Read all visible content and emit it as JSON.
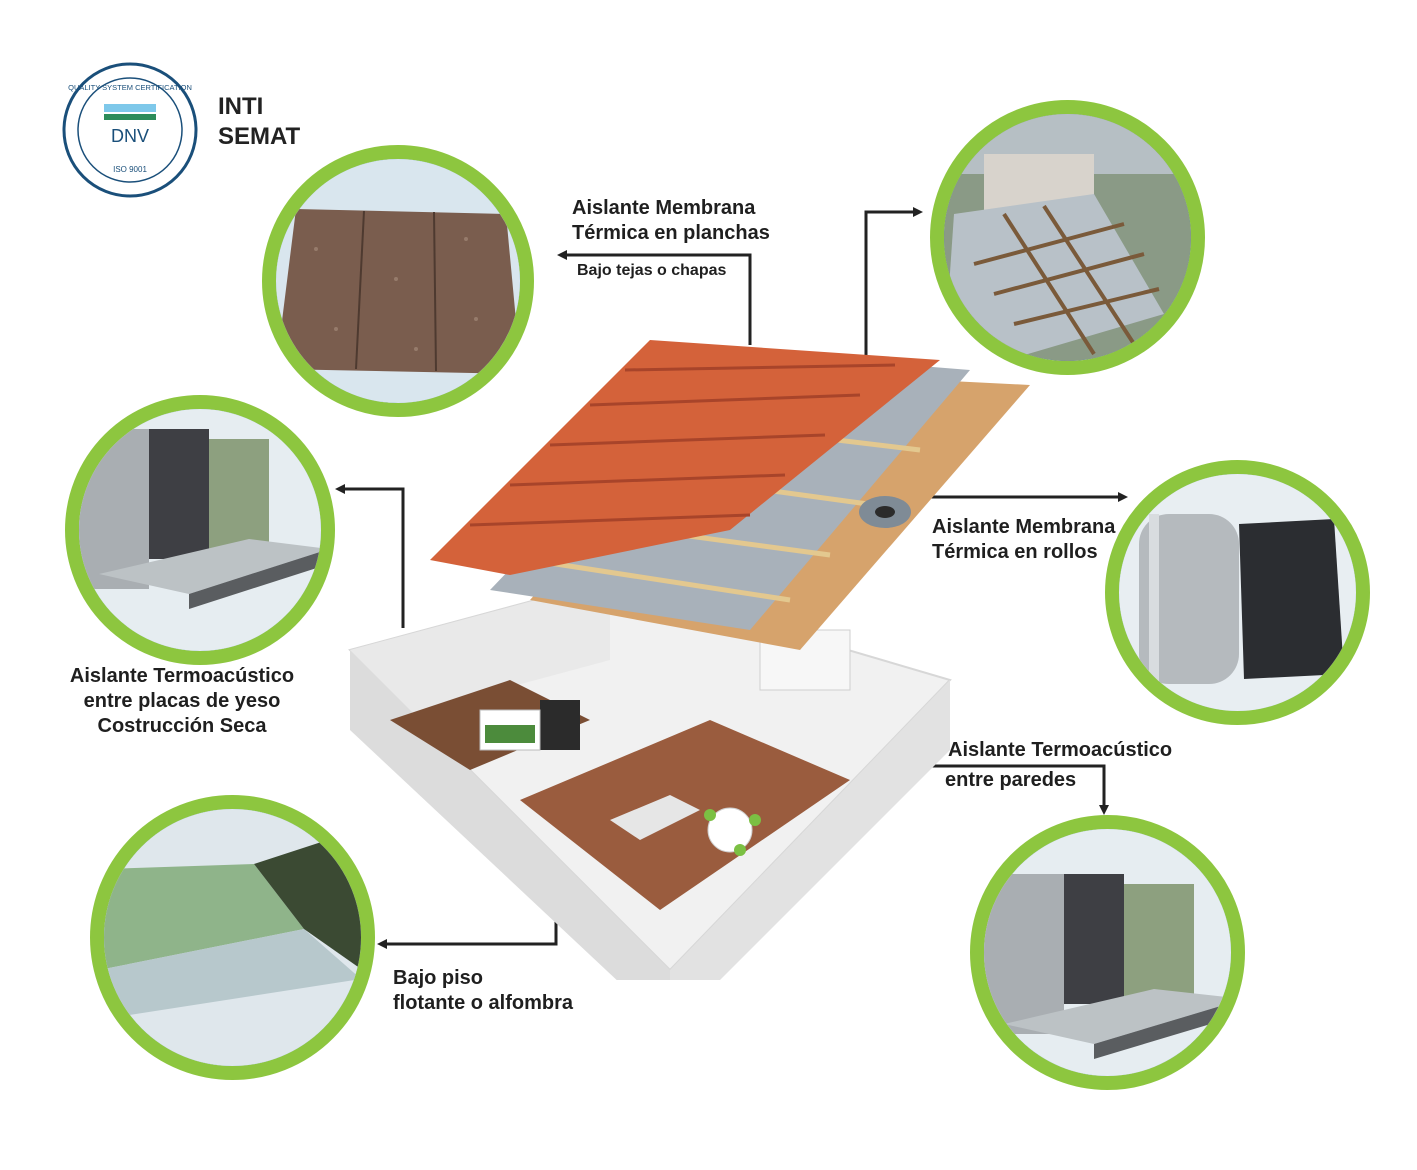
{
  "certification": {
    "ring_text": "QUALITY SYSTEM CERTIFICATION",
    "brand": "DNV",
    "standard": "ISO 9001",
    "org_line_1": "INTI",
    "org_line_2": "SEMAT"
  },
  "labels": {
    "membrana_planchas": {
      "line_1": "Aislante Membrana",
      "line_2": "Térmica en planchas",
      "sub": "Bajo tejas o chapas"
    },
    "membrana_rollos": {
      "line_1": "Aislante Membrana",
      "line_2": "Térmica en rollos"
    },
    "termo_yeso": {
      "line_1": "Aislante Termoacústico",
      "line_2": "entre placas de yeso",
      "line_3": "Costrucción Seca"
    },
    "termo_paredes": {
      "line_1": "Aislante Termoacústico",
      "line_2": "entre paredes"
    },
    "bajo_piso": {
      "line_1": "Bajo piso",
      "line_2": "flotante o alfombra"
    }
  },
  "colors": {
    "ring_outer": "#8dc63f",
    "ring_inner": "#0a6ea3",
    "text": "#1f1f1f",
    "roof_tile": "#d4623a"
  }
}
